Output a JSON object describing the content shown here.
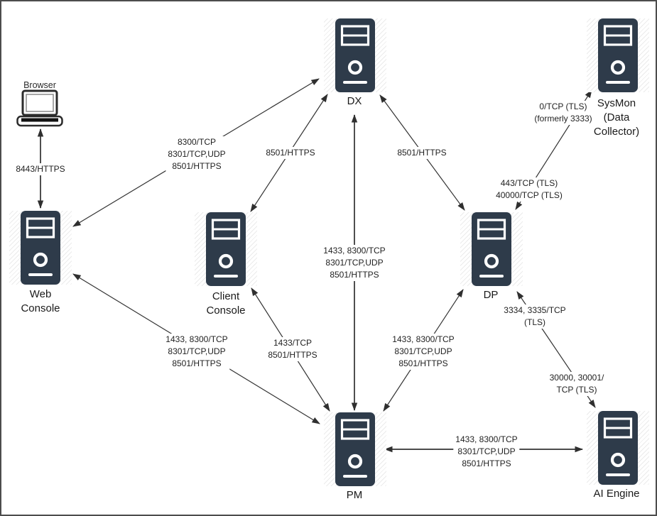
{
  "colors": {
    "server_fill": "#2e3b4a",
    "connector": "#333333",
    "text": "#1f1f1f"
  },
  "nodes": {
    "browser": {
      "label": "Browser"
    },
    "web_console": {
      "lines": [
        "Web",
        "Console"
      ]
    },
    "client_console": {
      "lines": [
        "Client",
        "Console"
      ]
    },
    "dx": {
      "label": "DX"
    },
    "sysmon": {
      "lines": [
        "SysMon",
        "(Data",
        "Collector)"
      ]
    },
    "dp": {
      "label": "DP"
    },
    "pm": {
      "label": "PM"
    },
    "ai_engine": {
      "label": "AI Engine"
    }
  },
  "edges": {
    "browser_web_console": {
      "lines": [
        "8443/HTTPS"
      ]
    },
    "web_console_dx": {
      "lines": [
        "8300/TCP",
        "8301/TCP,UDP",
        "8501/HTTPS"
      ]
    },
    "client_console_dx": {
      "lines": [
        "8501/HTTPS"
      ]
    },
    "dx_dp": {
      "lines": [
        "8501/HTTPS"
      ]
    },
    "dx_pm": {
      "lines": [
        "1433, 8300/TCP",
        "8301/TCP,UDP",
        "8501/HTTPS"
      ]
    },
    "web_console_pm": {
      "lines": [
        "1433, 8300/TCP",
        "8301/TCP,UDP",
        "8501/HTTPS"
      ]
    },
    "client_console_pm": {
      "lines": [
        "1433/TCP",
        "8501/HTTPS"
      ]
    },
    "dp_pm": {
      "lines": [
        "1433, 8300/TCP",
        "8301/TCP,UDP",
        "8501/HTTPS"
      ]
    },
    "dp_sysmon_upper": {
      "lines": [
        "0/TCP (TLS)",
        "(formerly 3333)"
      ]
    },
    "dp_sysmon_lower": {
      "lines": [
        "443/TCP (TLS)",
        "40000/TCP (TLS)"
      ]
    },
    "dp_ai_upper": {
      "lines": [
        "3334, 3335/TCP",
        "(TLS)"
      ]
    },
    "dp_ai_lower": {
      "lines": [
        "30000, 30001/",
        "TCP (TLS)"
      ]
    },
    "pm_ai": {
      "lines": [
        "1433, 8300/TCP",
        "8301/TCP,UDP",
        "8501/HTTPS"
      ]
    }
  }
}
